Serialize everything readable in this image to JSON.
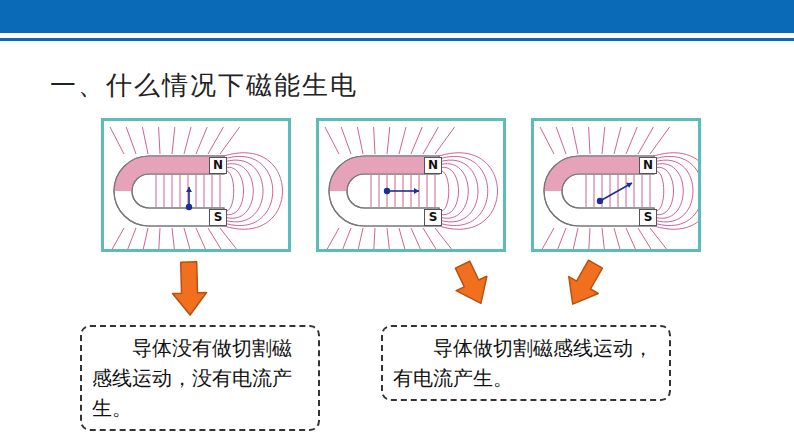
{
  "diagram": {
    "title": "一、什么情况下磁能生电",
    "nodes": [
      {
        "text": [
          "N",
          "S"
        ]
      },
      {
        "text": [
          "N",
          "S"
        ]
      },
      {
        "text": [
          "N",
          "S"
        ]
      },
      {
        "text": [
          "导体没有做切割磁感线运动，没有电流产生。"
        ]
      },
      {
        "text": [
          "导体做切割磁感线运动，有电流产生。"
        ]
      }
    ],
    "edges": [
      {
        "from": 0,
        "to": 3,
        "arrow": "to"
      },
      {
        "from": 1,
        "to": 4,
        "arrow": "to"
      },
      {
        "from": 2,
        "to": 4,
        "arrow": "to"
      }
    ]
  }
}
